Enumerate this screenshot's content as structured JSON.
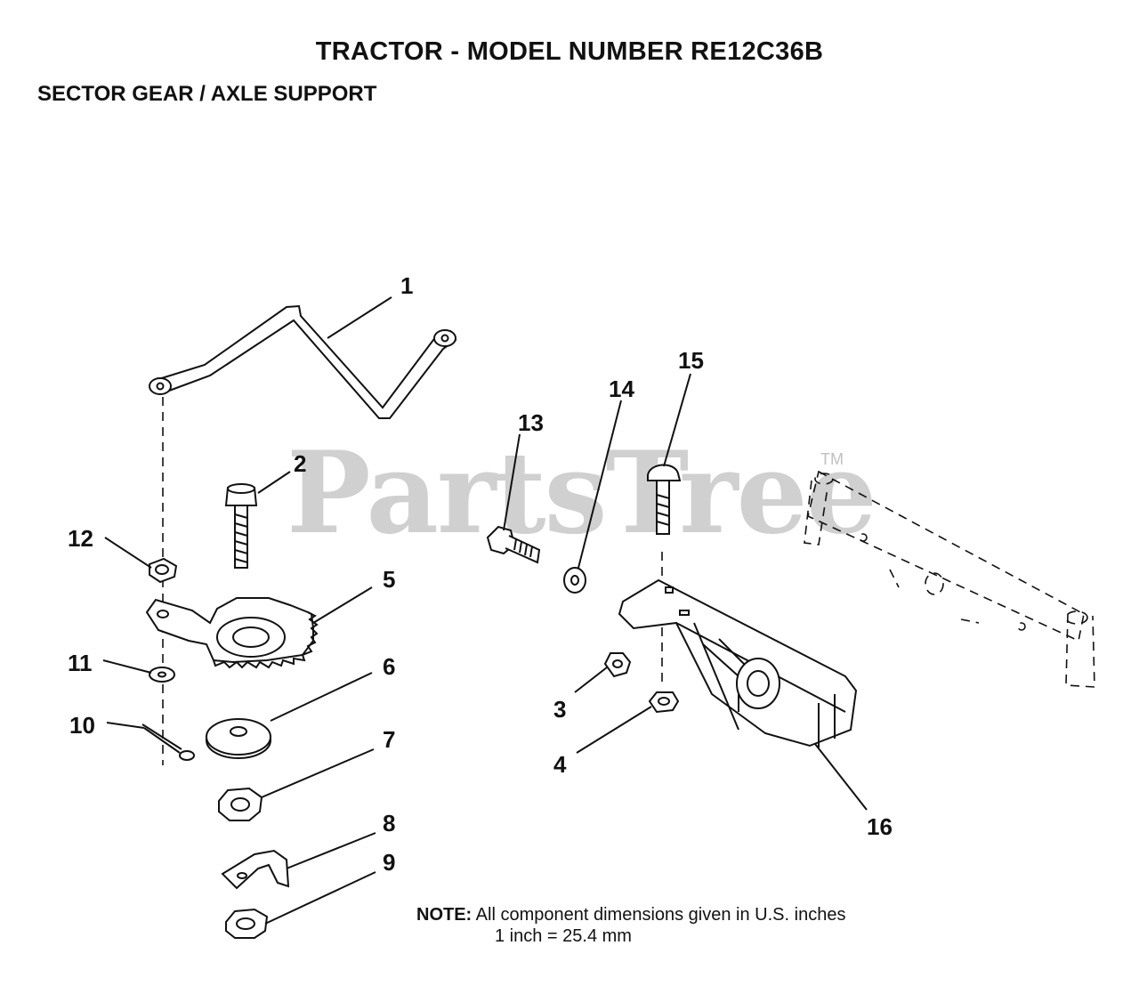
{
  "header": {
    "title": "TRACTOR  - MODEL NUMBER RE12C36B",
    "subtitle": "SECTOR GEAR / AXLE SUPPORT"
  },
  "watermark": {
    "text": "PartsTree",
    "trademark": "TM"
  },
  "callouts": {
    "c1": "1",
    "c2": "2",
    "c3": "3",
    "c4": "4",
    "c5": "5",
    "c6": "6",
    "c7": "7",
    "c8": "8",
    "c9": "9",
    "c10": "10",
    "c11": "11",
    "c12": "12",
    "c13": "13",
    "c14": "14",
    "c15": "15",
    "c16": "16"
  },
  "note": {
    "label": "NOTE:",
    "line1": "All component dimensions given in U.S. inches",
    "line2": "1 inch = 25.4 mm"
  }
}
